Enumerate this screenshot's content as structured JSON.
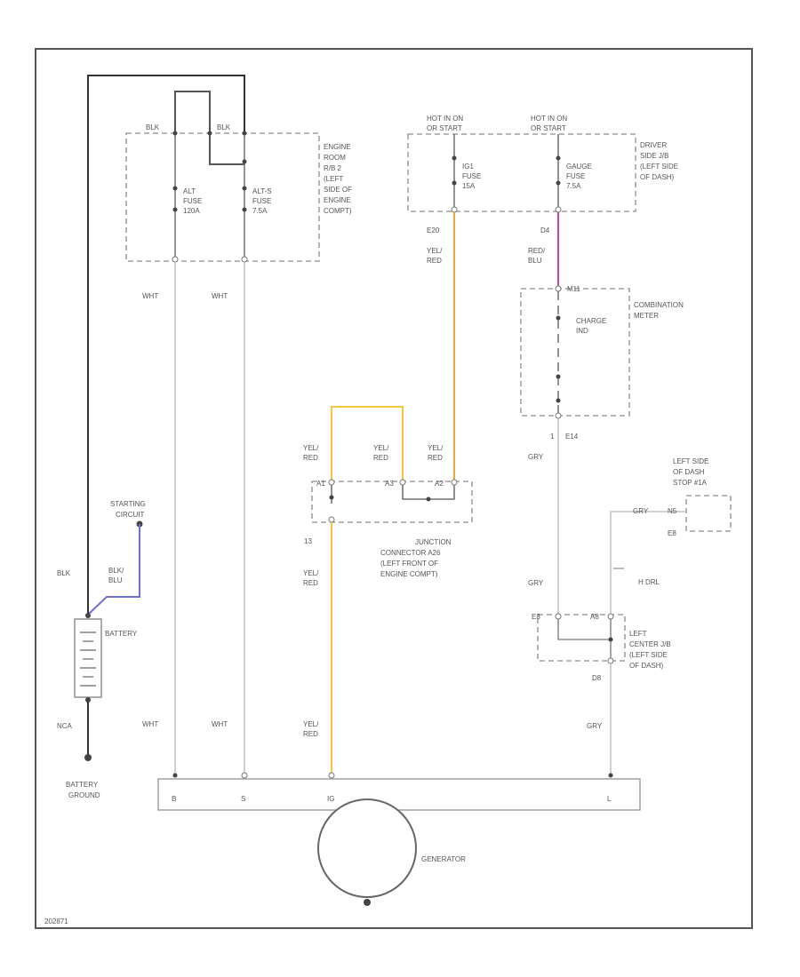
{
  "colors": {
    "frame": "#555555",
    "wire_black": "#333333",
    "wire_white": "#c4c4c4",
    "wire_yel_red": "#f4a53a",
    "wire_yel_red_alt": "#f6c640",
    "wire_red_blu": "#cc44aa",
    "wire_blu": "#6f6fd0",
    "wire_gry": "#c4c4c4"
  },
  "engine_box": {
    "pin_left": "BLK",
    "pin_right": "BLK",
    "fuse1_line1": "ALT",
    "fuse1_line2": "FUSE",
    "fuse1_line3": "120A",
    "fuse2_line1": "ALT-S",
    "fuse2_line2": "FUSE",
    "fuse2_line3": "7.5A",
    "label": [
      "ENGINE",
      "ROOM",
      "R/B 2",
      "(LEFT",
      "SIDE OF",
      "ENGINE",
      "COMPT)"
    ]
  },
  "driver_jb": {
    "hot1_line1": "HOT IN ON",
    "hot1_line2": "OR START",
    "hot2_line1": "HOT IN ON",
    "hot2_line2": "OR START",
    "fuse1_line1": "IG1",
    "fuse1_line2": "FUSE",
    "fuse1_line3": "15A",
    "fuse2_line1": "GAUGE",
    "fuse2_line2": "FUSE",
    "fuse2_line3": "7.5A",
    "label": [
      "DRIVER",
      "SIDE J/B",
      "(LEFT SIDE",
      "OF DASH)"
    ],
    "pin1": "E20",
    "pin2": "D4"
  },
  "combination_meter": {
    "label": [
      "COMBINATION",
      "METER"
    ],
    "pin_top": "M11",
    "charge_ind_line1": "CHARGE",
    "charge_ind_line2": "IND",
    "pin_bottom_num": "1",
    "pin_bottom": "E14"
  },
  "junction_connector": {
    "label": [
      "JUNCTION",
      "CONNECTOR A26",
      "(LEFT FRONT OF",
      "ENGINE COMPT)"
    ],
    "pins": [
      "A1",
      "A3",
      "A2"
    ],
    "bottom_pin": "13"
  },
  "left_center_jb": {
    "label": [
      "LEFT",
      "CENTER J/B",
      "(LEFT SIDE",
      "OF DASH)"
    ],
    "pin_left": "E8",
    "pin_right": "A8",
    "pin_bottom": "D8"
  },
  "dash_stop": {
    "label": [
      "LEFT SIDE",
      "OF DASH",
      "STOP #1A"
    ],
    "pin": "N5",
    "pin2": "E8"
  },
  "wire_labels": {
    "wht_eng_left": "WHT",
    "wht_eng_right": "WHT",
    "yel_red_fuse_line1": "YEL/",
    "yel_red_fuse_line2": "RED",
    "red_blu_line1": "RED/",
    "red_blu_line2": "BLU",
    "gry_meter": "GRY",
    "gry_stop": "GRY",
    "h_drl": "H DRL",
    "gry_mid": "GRY",
    "gry_bottom": "GRY",
    "yel_red_j1_line1": "YEL/",
    "yel_red_j1_line2": "RED",
    "yel_red_j2_line1": "YEL/",
    "yel_red_j2_line2": "RED",
    "yel_red_j3_line1": "YEL/",
    "yel_red_j3_line2": "RED",
    "yel_red_mid_line1": "YEL/",
    "yel_red_mid_line2": "RED",
    "yel_red_bot_line1": "YEL/",
    "yel_red_bot_line2": "RED",
    "blk": "BLK",
    "blk_blu_line1": "BLK/",
    "blk_blu_line2": "BLU",
    "wht_bot_left": "WHT",
    "wht_bot_right": "WHT",
    "nca": "NCA"
  },
  "starting_circuit": {
    "line1": "STARTING",
    "line2": "CIRCUIT"
  },
  "battery": {
    "label": "BATTERY",
    "ground_line1": "BATTERY",
    "ground_line2": "GROUND"
  },
  "generator": {
    "label": "GENERATOR",
    "terminals": [
      "B",
      "S",
      "IG",
      "L"
    ]
  },
  "footer_code": "202871"
}
